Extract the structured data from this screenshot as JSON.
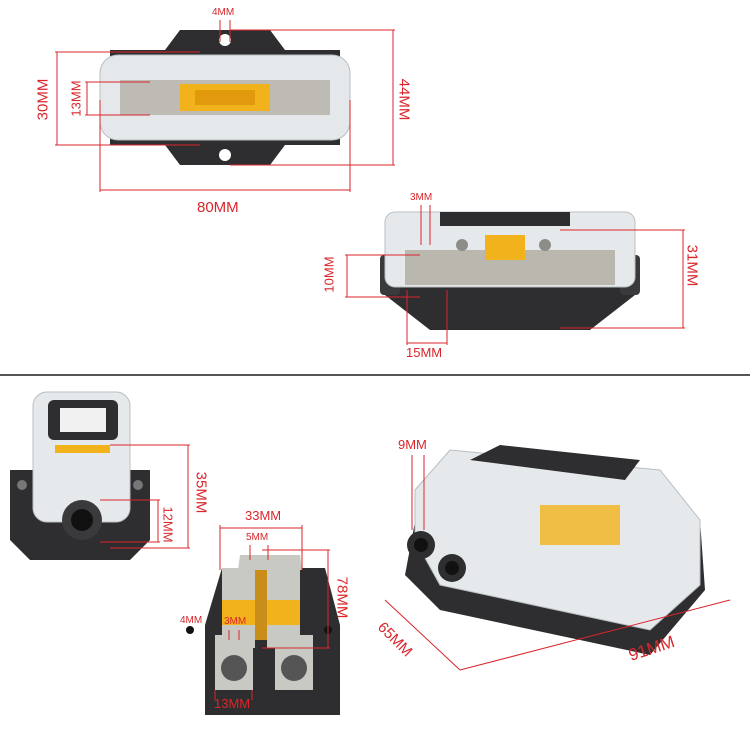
{
  "colors": {
    "dimension": "#d9262b",
    "housing": "#2e2e30",
    "cover": "#dfe3e6",
    "fuse": "#f2b21c",
    "metal": "#c9c9c4"
  },
  "views": {
    "top_view": {
      "labels": {
        "mount_hole": "4MM",
        "cover_height": "30MM",
        "fuse_height": "13MM",
        "total_height": "44MM",
        "total_length": "80MM"
      }
    },
    "side_view": {
      "labels": {
        "top_gap": "3MM",
        "terminal_height": "10MM",
        "total_height": "31MM",
        "terminal_width": "15MM"
      }
    },
    "front_view": {
      "labels": {
        "total_height": "35MM",
        "port_diameter": "12MM"
      }
    },
    "open_view": {
      "labels": {
        "width": "33MM",
        "bolt_gap": "5MM",
        "length": "78MM",
        "mount_hole": "4MM",
        "screw": "3MM",
        "terminal_width": "13MM"
      }
    },
    "iso_view": {
      "labels": {
        "port_gap": "9MM",
        "depth": "65MM",
        "length": "91MM"
      }
    }
  }
}
